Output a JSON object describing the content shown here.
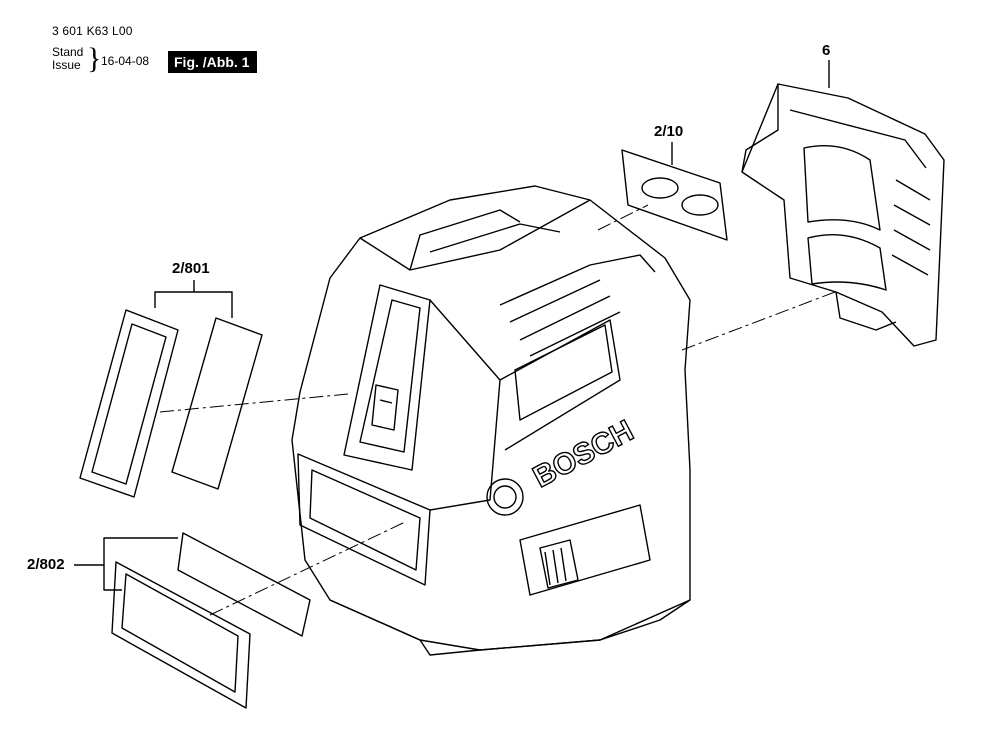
{
  "header": {
    "doc_number": "3 601 K63 L00",
    "stand": "Stand",
    "issue": "Issue",
    "date": "16-04-08",
    "figure": "Fig. /Abb. 1"
  },
  "parts": {
    "p6": "6",
    "p2_10": "2/10",
    "p2_801": "2/801",
    "p2_802": "2/802"
  },
  "brand": "BOSCH"
}
